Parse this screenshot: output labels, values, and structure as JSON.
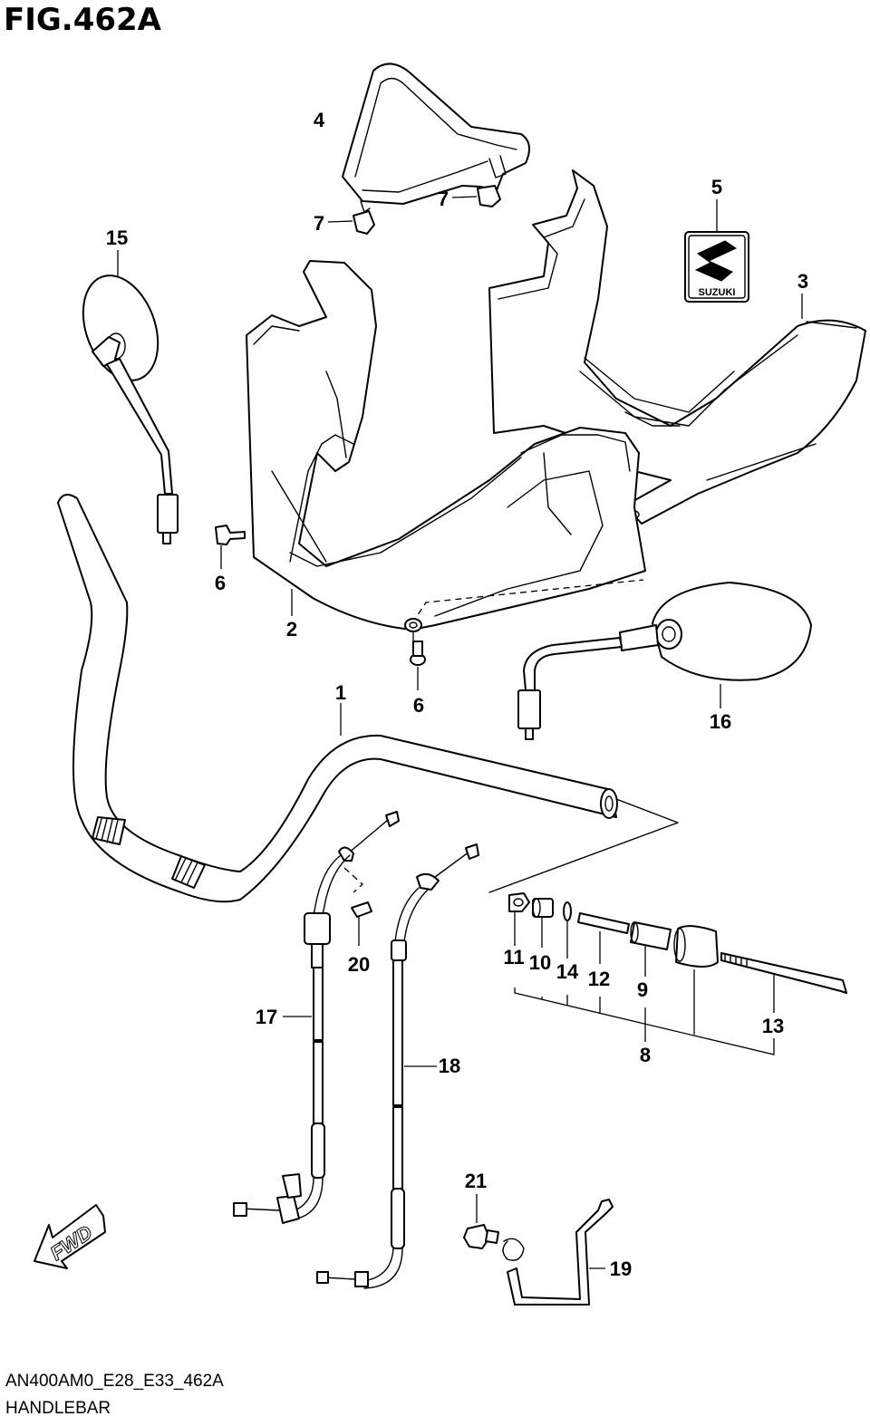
{
  "figure": {
    "title": "FIG.462A",
    "code": "AN400AM0_E28_E33_462A",
    "name": "HANDLEBAR",
    "direction_marker": "FWD"
  },
  "callouts": {
    "c1": "1",
    "c2": "2",
    "c3": "3",
    "c4": "4",
    "c5": "5",
    "c6a": "6",
    "c6b": "6",
    "c7a": "7",
    "c7b": "7",
    "c8": "8",
    "c9": "9",
    "c10": "10",
    "c11": "11",
    "c12": "12",
    "c13": "13",
    "c14": "14",
    "c15": "15",
    "c16": "16",
    "c17": "17",
    "c18": "18",
    "c19": "19",
    "c20": "20",
    "c21": "21"
  },
  "emblem_text": "SUZUKI",
  "icons": {
    "fwd_arrow": "fwd-arrow-icon",
    "emblem": "suzuki-s-emblem-icon"
  }
}
